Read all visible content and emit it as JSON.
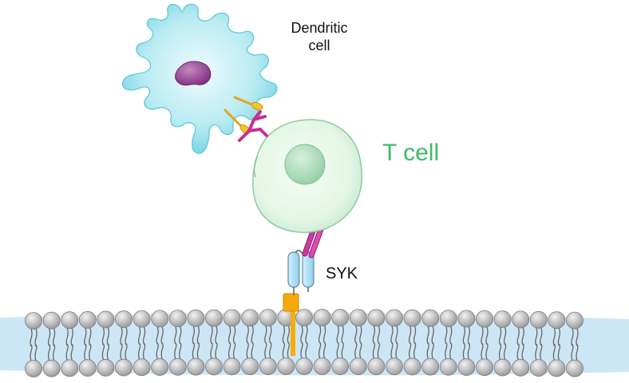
{
  "labels": {
    "dendritic_line1": "Dendritic",
    "dendritic_line2": "cell",
    "tcell": "T cell",
    "syk": "SYK"
  },
  "colors": {
    "dendritic_body": "#7fd8e6",
    "dendritic_nucleus": "#8e3d8c",
    "tcell_body": "#e3f7e6",
    "tcell_nucleus": "#a9dcb7",
    "tcell_label": "#3fba6a",
    "receptor_magenta": "#d0389f",
    "ligand_yellow": "#f2bf20",
    "syk_blue": "#aee0f5",
    "anchor_orange": "#f5ad0d",
    "membrane_band": "#cbe5f5",
    "lipid_head": "#b8b8b8"
  }
}
